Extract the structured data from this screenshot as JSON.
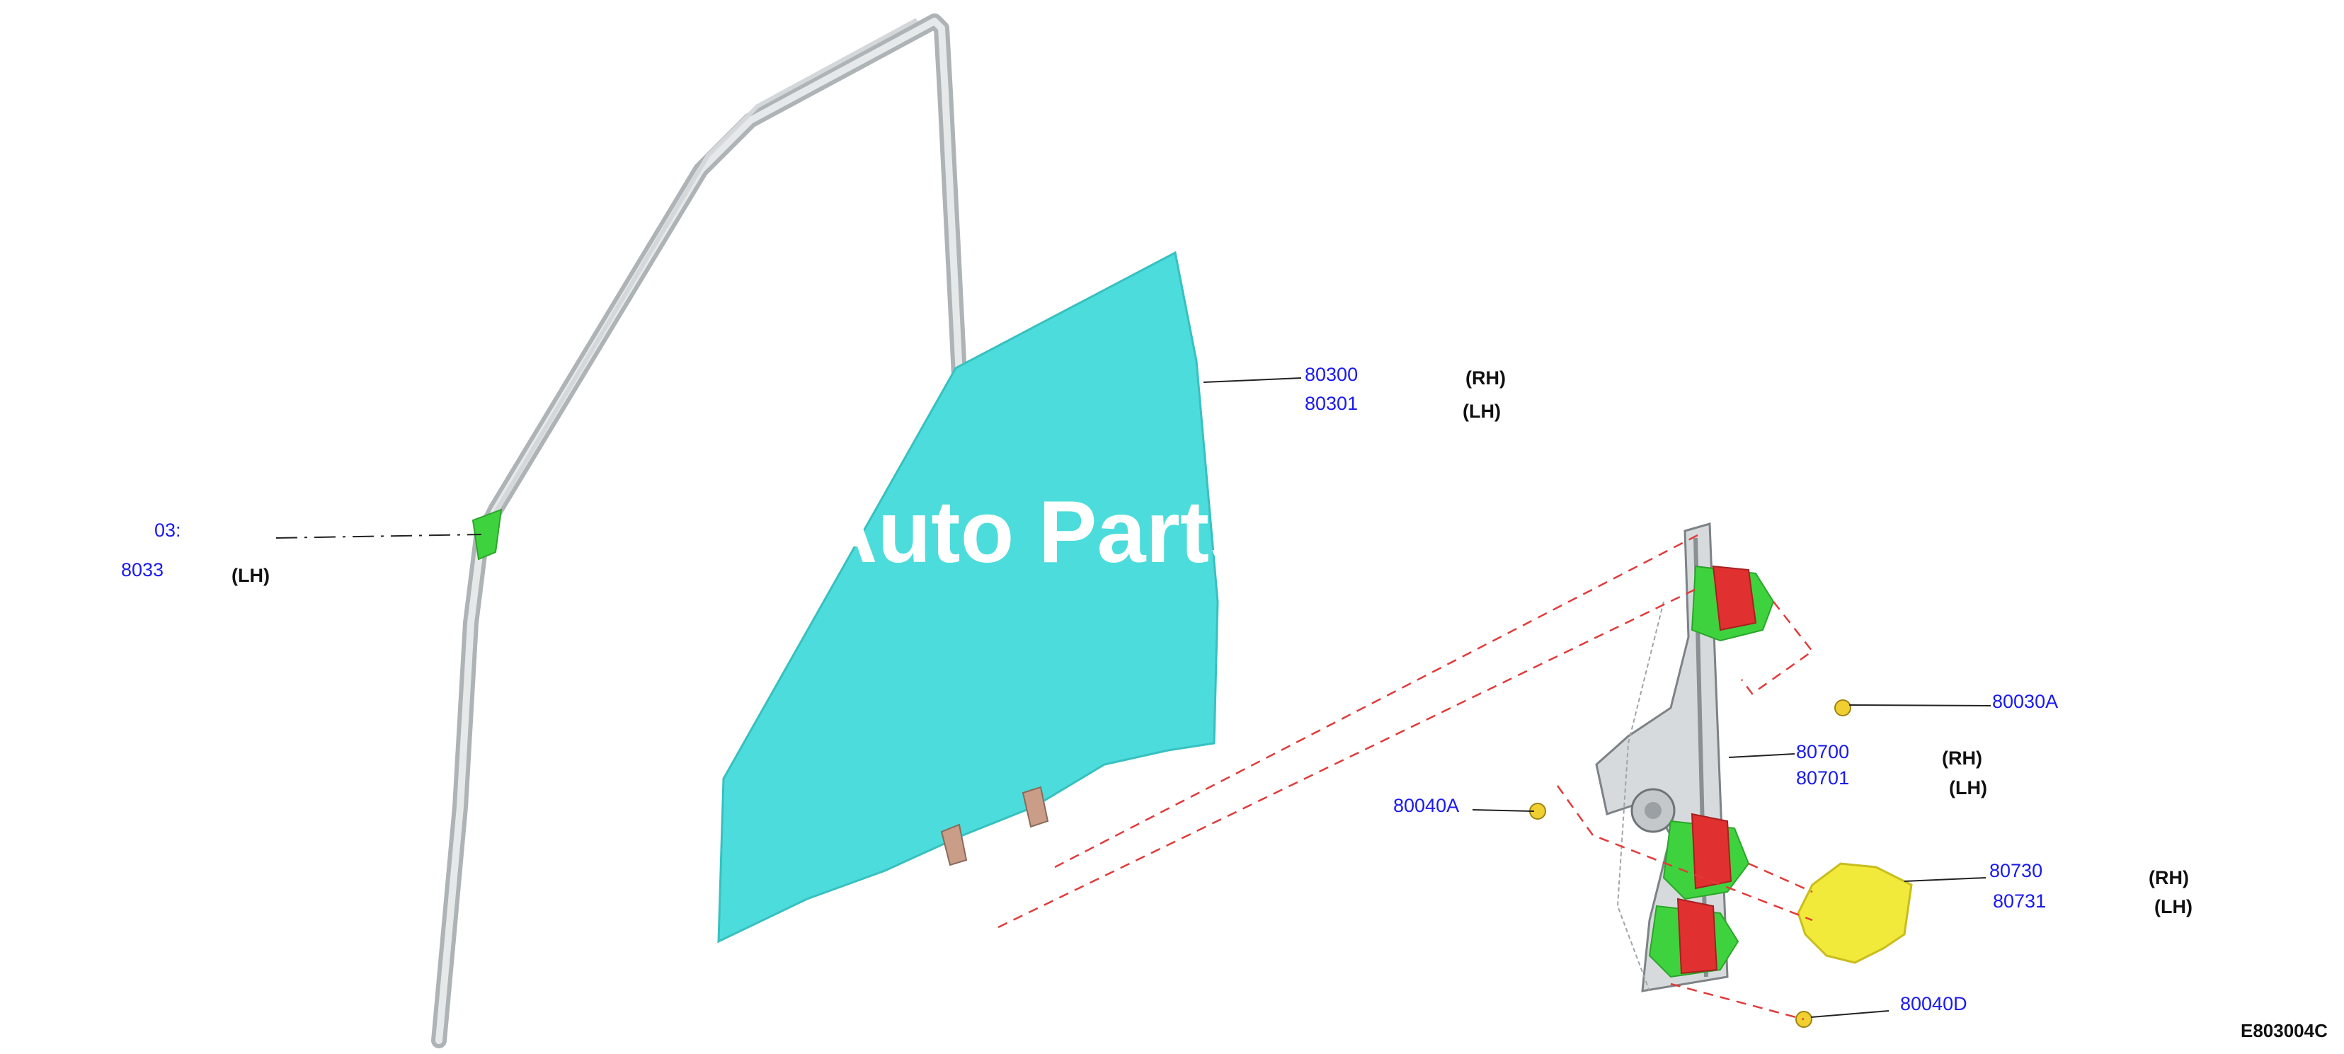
{
  "diagram": {
    "watermark": "Auto Parts",
    "figure_code": "E803004C",
    "callouts": [
      {
        "id": "glass",
        "part_rh": "80300",
        "part_lh": "80301",
        "side_rh": "(RH)",
        "side_lh": "(LH)"
      },
      {
        "id": "channel",
        "part_rh": "03:",
        "part_lh": "8033",
        "side_rh": "",
        "side_lh": "(LH)"
      },
      {
        "id": "regulator",
        "part_rh": "80700",
        "part_lh": "80701",
        "side_rh": "(RH)",
        "side_lh": "(LH)"
      },
      {
        "id": "motor",
        "part_rh": "80730",
        "part_lh": "80731",
        "side_rh": "(RH)",
        "side_lh": "(LH)"
      },
      {
        "id": "bolt-a",
        "part": "80030A"
      },
      {
        "id": "bolt-b",
        "part": "80040A"
      },
      {
        "id": "bolt-c",
        "part": "80040D"
      }
    ]
  },
  "colors": {
    "part_number": "#1a1af0",
    "glass": "#4cdcdc",
    "frame": "#c9cdcf",
    "clip_green": "#3fd23f",
    "clip_red": "#e03030",
    "motor": "#f2ea3a",
    "leader_dash": "#e23a3a"
  }
}
